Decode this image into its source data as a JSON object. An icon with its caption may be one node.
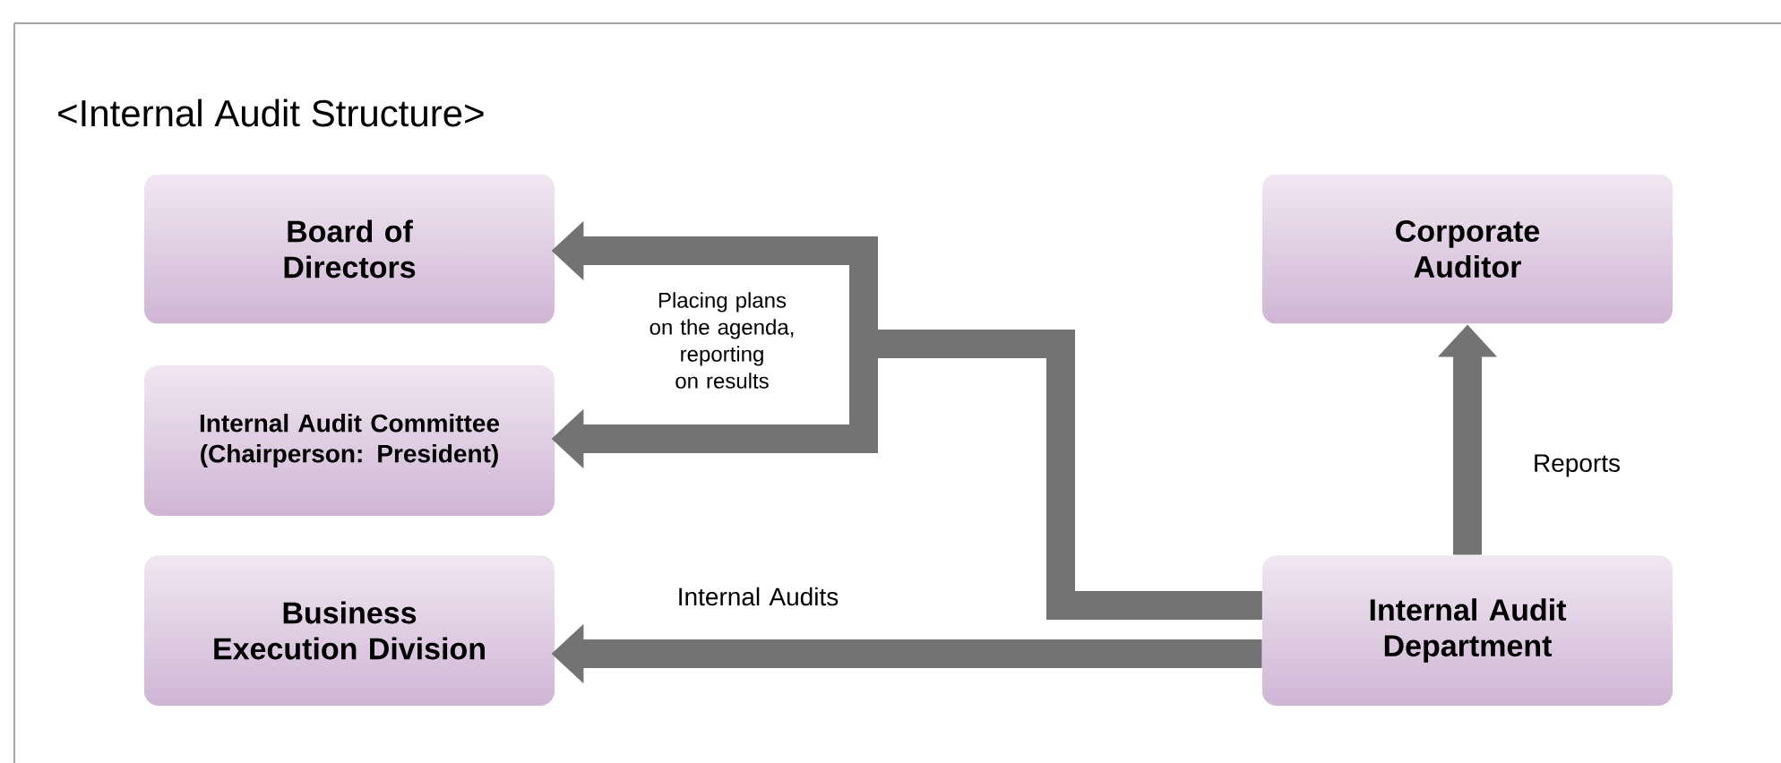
{
  "diagram": {
    "title": "<Internal Audit Structure>",
    "nodes": [
      {
        "text": [
          "Board of Directors"
        ]
      },
      {
        "text": [
          "Internal Audit Committee (Chairperson: President)"
        ]
      },
      {
        "text": [
          "Business Execution Division"
        ]
      },
      {
        "text": [
          "Corporate Auditor"
        ]
      },
      {
        "text": [
          "Internal Audit Department"
        ]
      }
    ],
    "edges": [
      {
        "from": 4,
        "to": 0,
        "arrow": "to",
        "label": "Placing plans on the agenda, reporting on results"
      },
      {
        "from": 4,
        "to": 1,
        "arrow": "to"
      },
      {
        "from": 4,
        "to": 2,
        "arrow": "to",
        "label": "Internal Audits"
      },
      {
        "from": 4,
        "to": 3,
        "arrow": "to",
        "label": "Reports"
      }
    ]
  }
}
